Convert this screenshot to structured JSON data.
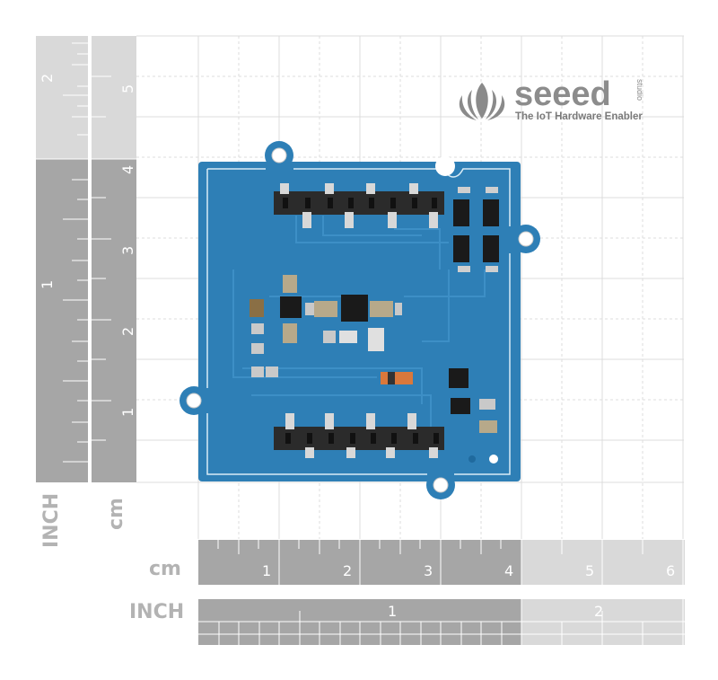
{
  "brand": {
    "name": "seeed",
    "sub": "studio",
    "tagline": "The IoT Hardware Enabler"
  },
  "rulers": {
    "vertical_cm_label": "cm",
    "vertical_inch_label": "INCH",
    "horizontal_cm_label": "cm",
    "horizontal_inch_label": "INCH",
    "cm_ticks": [
      "1",
      "2",
      "3",
      "4",
      "5",
      "6"
    ],
    "inch_ticks": [
      "1",
      "2"
    ],
    "vertical_cm_ticks": [
      "1",
      "2",
      "3",
      "4",
      "5"
    ],
    "vertical_inch_ticks": [
      "1",
      "2"
    ]
  },
  "colors": {
    "pcb": "#2e7fb6",
    "pcb_edge": "#1f6a9e",
    "ruler_dark": "#a6a6a6",
    "ruler_light": "#d9d9d9",
    "grid": "#d6d6d6"
  }
}
